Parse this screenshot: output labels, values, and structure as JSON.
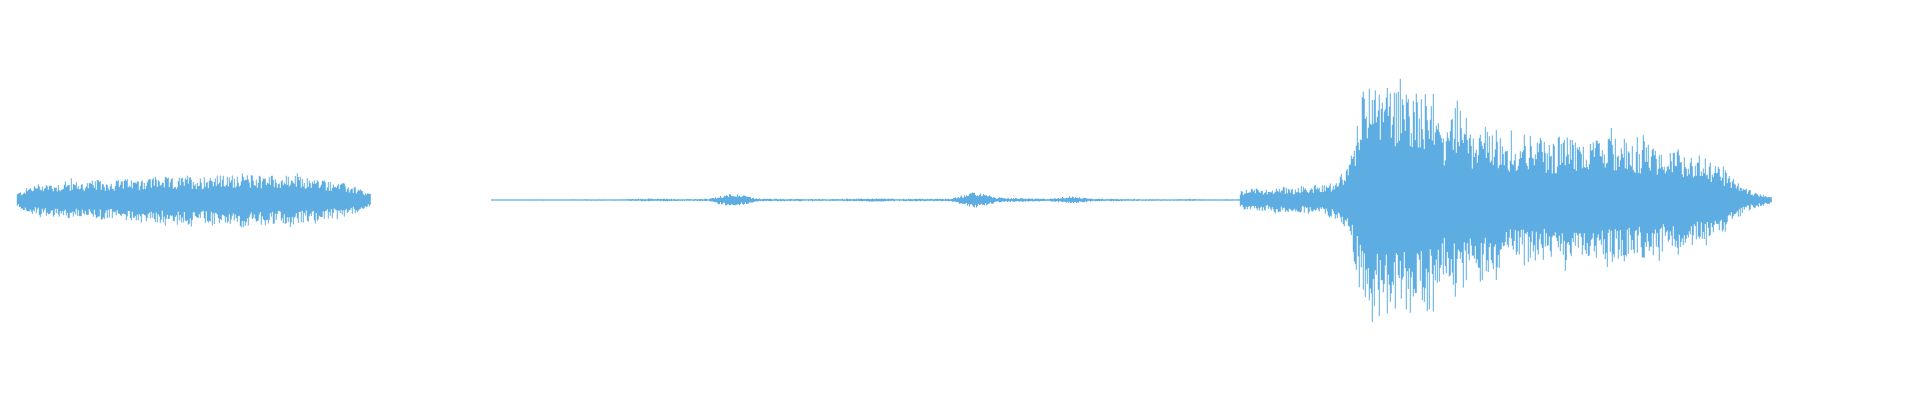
{
  "waveform": {
    "color": "#5dade2",
    "background": "#ffffff",
    "segments": [
      {
        "name": "segment-1",
        "start": 0.009,
        "end": 0.193,
        "envelope": [
          0.06,
          0.12,
          0.15,
          0.14,
          0.16,
          0.15,
          0.17,
          0.16,
          0.18,
          0.17,
          0.19,
          0.2,
          0.18,
          0.21,
          0.19,
          0.22,
          0.2,
          0.23,
          0.21,
          0.22,
          0.2,
          0.21,
          0.19,
          0.18,
          0.16,
          0.14,
          0.1,
          0.05
        ]
      },
      {
        "name": "segment-2",
        "start": 0.256,
        "end": 0.646,
        "envelope": [
          0.005,
          0.004,
          0.006,
          0.005,
          0.007,
          0.006,
          0.01,
          0.012,
          0.008,
          0.01,
          0.06,
          0.012,
          0.01,
          0.009,
          0.008,
          0.012,
          0.014,
          0.01,
          0.012,
          0.011,
          0.07,
          0.02,
          0.015,
          0.01,
          0.03,
          0.012,
          0.009,
          0.008,
          0.007,
          0.008,
          0.006,
          0.007
        ]
      },
      {
        "name": "segment-3",
        "start": 0.646,
        "end": 0.923,
        "envelope": [
          0.08,
          0.1,
          0.09,
          0.11,
          0.1,
          0.12,
          0.13,
          0.16,
          0.3,
          0.92,
          0.98,
          0.96,
          0.95,
          0.94,
          0.9,
          0.6,
          0.88,
          0.55,
          0.62,
          0.58,
          0.5,
          0.56,
          0.52,
          0.48,
          0.55,
          0.46,
          0.5,
          0.52,
          0.54,
          0.48,
          0.5,
          0.44,
          0.42,
          0.4,
          0.36,
          0.3,
          0.2,
          0.1,
          0.06,
          0.03
        ]
      }
    ]
  }
}
